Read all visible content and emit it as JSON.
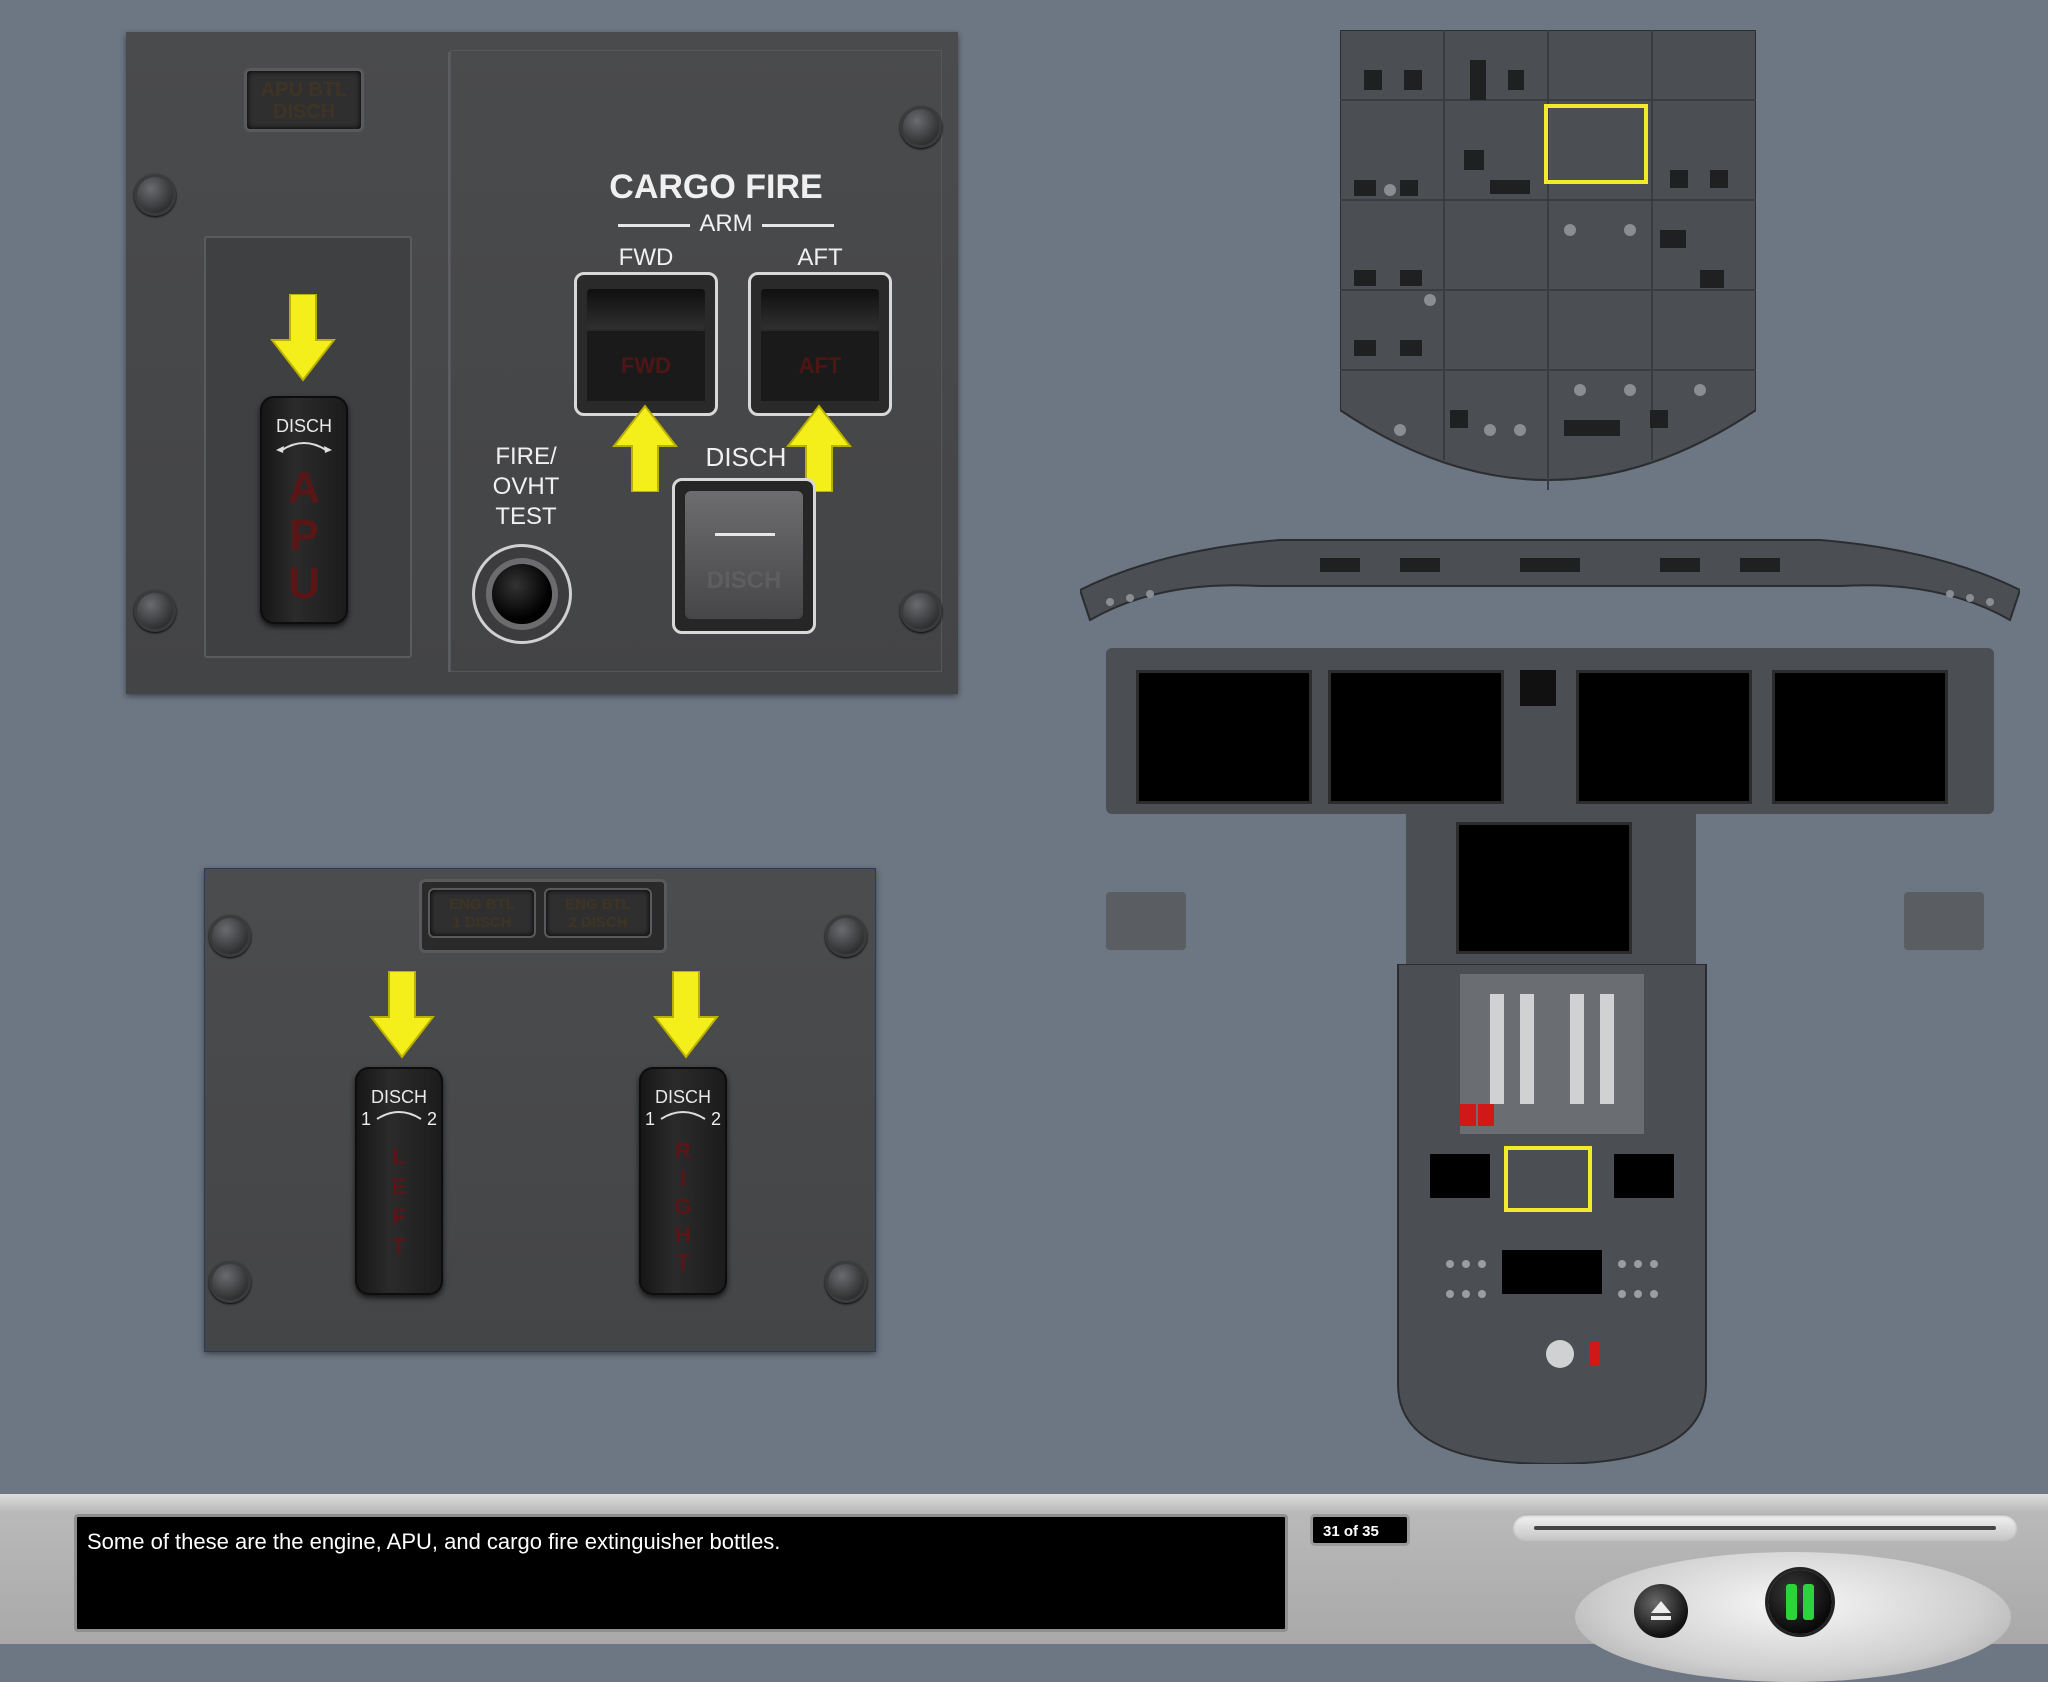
{
  "apu_panel": {
    "bottle_light": "APU BTL\nDISCH",
    "handle_label": "DISCH",
    "handle_letters": [
      "A",
      "P",
      "U"
    ],
    "cargo_title": "CARGO FIRE",
    "arm_label": "ARM",
    "fwd_label": "FWD",
    "aft_label": "AFT",
    "fwd_switch_text": "FWD",
    "aft_switch_text": "AFT",
    "test_label": "FIRE/\nOVHT\nTEST",
    "disch_label": "DISCH",
    "disch_switch_text": "DISCH"
  },
  "engine_panel": {
    "left_light": "ENG BTL\n1 DISCH",
    "right_light": "ENG BTL\n2 DISCH",
    "left_handle_label": "DISCH",
    "right_handle_label": "DISCH",
    "pos1": "1",
    "pos2": "2",
    "left_letters": [
      "L",
      "E",
      "F",
      "T"
    ],
    "right_letters": [
      "R",
      "I",
      "G",
      "H",
      "T"
    ]
  },
  "highlight_color": "#f2ea2a",
  "arrow_color": "#f4ee1a",
  "footer": {
    "caption": "Some of these are the engine, APU, and cargo fire extinguisher bottles.",
    "page_counter": "31 of 35",
    "progress": 0.89,
    "eject_icon": "eject-icon",
    "pause_icon": "pause-icon"
  }
}
